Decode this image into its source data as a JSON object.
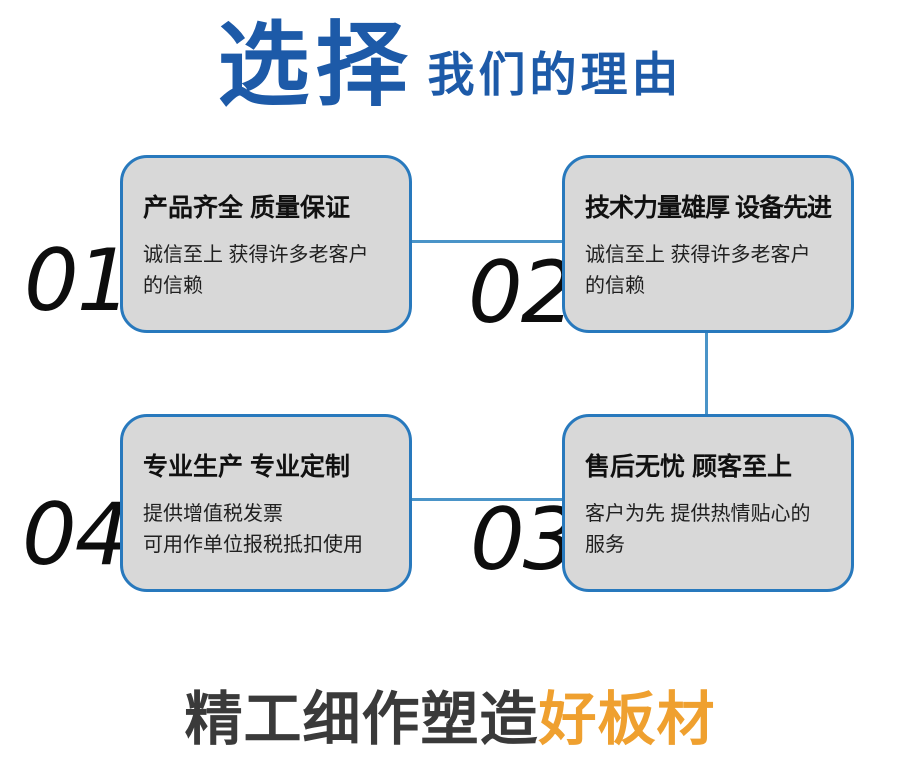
{
  "header": {
    "highlight": "选择",
    "rest": "我们的理由"
  },
  "cards": [
    {
      "number": "01",
      "title": "产品齐全 质量保证",
      "desc": "诚信至上 获得许多老客户\n的信赖"
    },
    {
      "number": "02",
      "title": "技术力量雄厚 设备先进",
      "desc": "诚信至上 获得许多老客户\n的信赖"
    },
    {
      "number": "03",
      "title": "售后无忧 顾客至上",
      "desc": "客户为先 提供热情贴心的\n服务"
    },
    {
      "number": "04",
      "title": "专业生产 专业定制",
      "desc": "提供增值税发票\n可用作单位报税抵扣使用"
    }
  ],
  "footer": {
    "dark_text": "精工细作塑造",
    "accent_text": "好板材"
  },
  "colors": {
    "title_blue": "#1d5aa8",
    "card_border_blue": "#2879bd",
    "connector_blue": "#4a94c8",
    "card_bg_gray": "#d8d8d8",
    "number_black": "#0d0d0d",
    "footer_dark": "#3a3a3a",
    "footer_accent_orange": "#efa02f"
  }
}
